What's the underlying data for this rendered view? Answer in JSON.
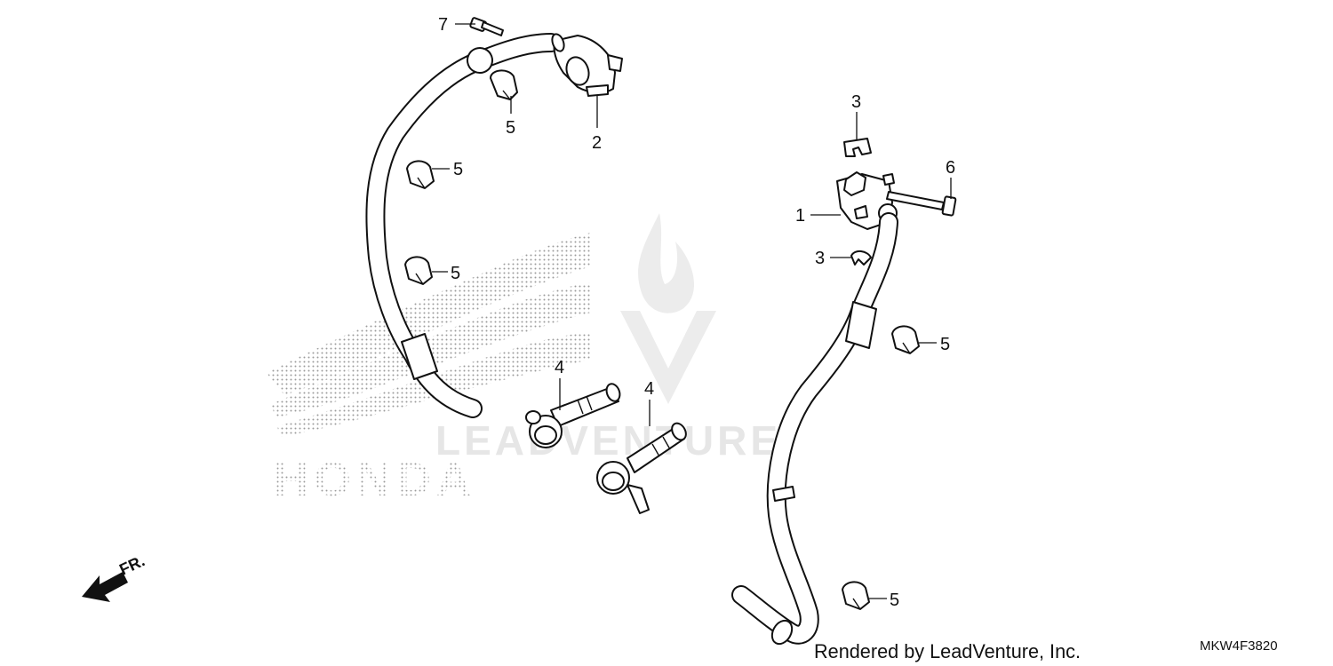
{
  "diagram": {
    "callouts": [
      {
        "id": "c7",
        "label": "7"
      },
      {
        "id": "c5a",
        "label": "5"
      },
      {
        "id": "c2",
        "label": "2"
      },
      {
        "id": "c5b",
        "label": "5"
      },
      {
        "id": "c5c",
        "label": "5"
      },
      {
        "id": "c3a",
        "label": "3"
      },
      {
        "id": "c6",
        "label": "6"
      },
      {
        "id": "c1",
        "label": "1"
      },
      {
        "id": "c3b",
        "label": "3"
      },
      {
        "id": "c5d",
        "label": "5"
      },
      {
        "id": "c4a",
        "label": "4"
      },
      {
        "id": "c4b",
        "label": "4"
      },
      {
        "id": "c5e",
        "label": "5"
      }
    ],
    "direction_label": "FR.",
    "watermark_text": "LEADVENTURE",
    "brand_text": "HONDA",
    "footer": {
      "rendered_by": "Rendered by LeadVenture, Inc.",
      "diagram_code": "MKW4F3820"
    }
  }
}
